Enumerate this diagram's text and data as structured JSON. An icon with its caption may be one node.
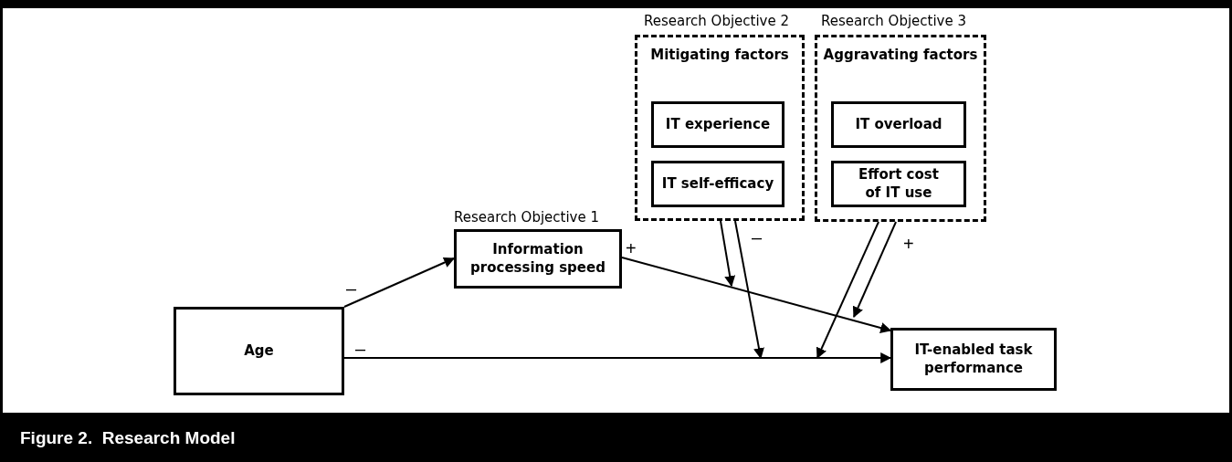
{
  "diagram": {
    "caption": "Figure 2.  Research Model",
    "nodes": [
      {
        "text": [
          "Age"
        ]
      },
      {
        "text": [
          "Information processing speed"
        ],
        "beside": [
          "Research Objective 1"
        ]
      },
      {
        "text": [
          "Mitigating factors"
        ],
        "beside": [
          "Research Objective 2"
        ]
      },
      {
        "text": [
          "IT experience"
        ],
        "in": 2
      },
      {
        "text": [
          "IT self-efficacy"
        ],
        "in": 2
      },
      {
        "text": [
          "Aggravating factors"
        ],
        "beside": [
          "Research Objective 3"
        ]
      },
      {
        "text": [
          "IT overload"
        ],
        "in": 5
      },
      {
        "text": [
          "Effort cost of IT use"
        ],
        "in": 5
      },
      {
        "text": [
          "IT-enabled task performance"
        ]
      }
    ],
    "edges": [
      {
        "from": 0,
        "to": 1,
        "arrow": "to",
        "label": "–"
      },
      {
        "from": 0,
        "to": 8,
        "arrow": "to",
        "label": "–"
      },
      {
        "from": 1,
        "to": 8,
        "arrow": "to",
        "label": "+"
      },
      {
        "from": 2,
        "to": null,
        "arrow": "to"
      },
      {
        "from": 2,
        "to": null,
        "arrow": "to",
        "label": "–"
      },
      {
        "from": 5,
        "to": null,
        "arrow": "to"
      },
      {
        "from": 5,
        "to": null,
        "arrow": "to",
        "label": "+"
      }
    ]
  }
}
